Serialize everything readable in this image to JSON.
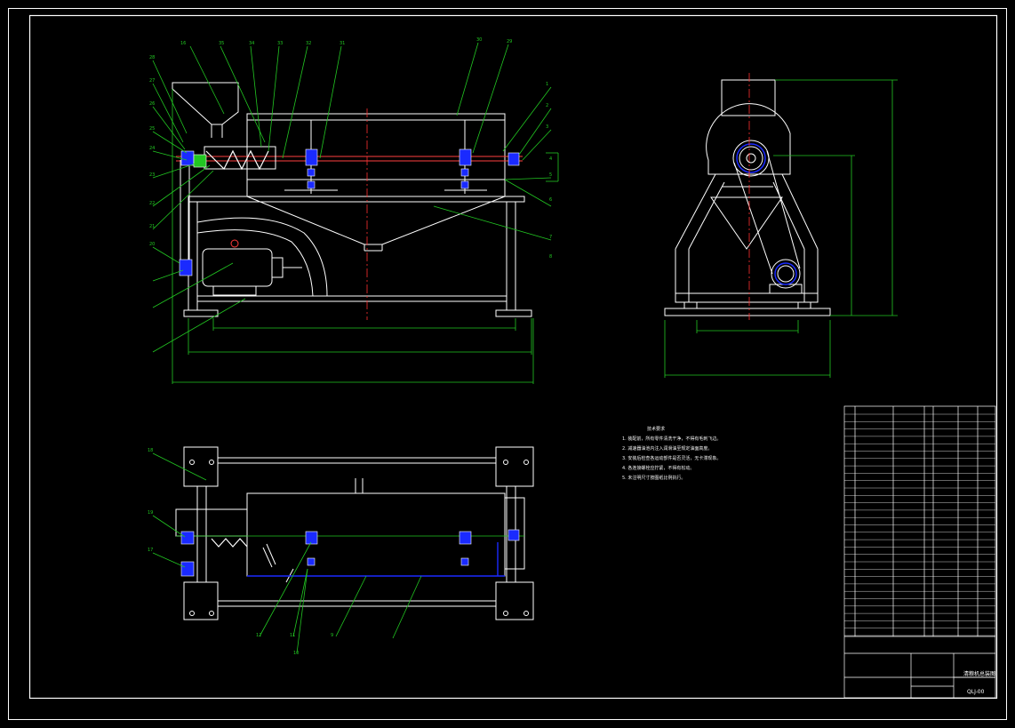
{
  "sheet": {
    "background": "#000000",
    "line_color": "#ffffff",
    "dimension_color": "#00ff00",
    "centerline_color": "#ff0000",
    "part_color": "#1a2aff"
  },
  "callouts": {
    "left_top": [
      "16",
      "35",
      "34",
      "33",
      "32",
      "31",
      "30",
      "29",
      "28",
      "27",
      "26",
      "25",
      "24",
      "23",
      "22",
      "21",
      "20"
    ],
    "right_top": [
      "1",
      "2",
      "3",
      "4",
      "5",
      "6",
      "7",
      "8"
    ],
    "plan_view": [
      "18",
      "19",
      "17",
      "12",
      "11",
      "10",
      "9"
    ]
  },
  "notes": {
    "title": "技术要求",
    "lines": [
      "1. 装配前，所有零件清洗干净，不得有毛刺飞边。",
      "2. 减速器油池内注入润滑油至规定油面高度。",
      "3. 安装后检查各运动部件是否灵活，无卡滞现象。",
      "4. 各连接螺栓应拧紧，不得有松动。",
      "5. 未注明尺寸按图纸比例执行。"
    ]
  },
  "title_block": {
    "drawing_name": "清粮机总装图",
    "drawing_no": "QLJ-00"
  }
}
